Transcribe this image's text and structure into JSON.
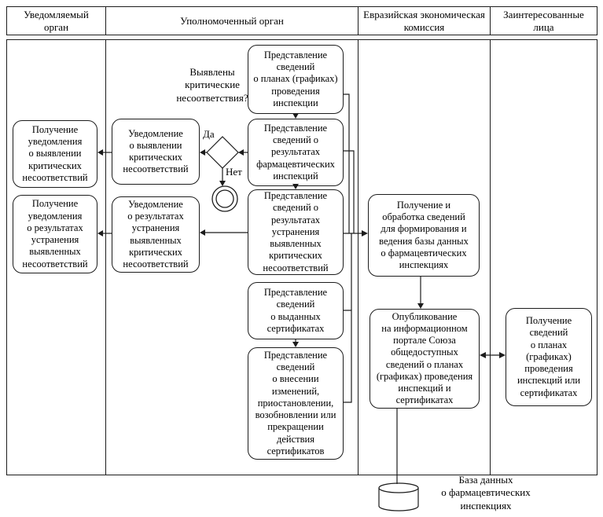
{
  "header": {
    "lanes": [
      {
        "label": "Уведомляемый\nорган"
      },
      {
        "label": "Уполномоченный орган"
      },
      {
        "label": "Евразийская экономическая\nкомиссия"
      },
      {
        "label": "Заинтересованные\nлица"
      }
    ]
  },
  "decision": {
    "question": "Выявлены\nкритические\nнесоответствия?",
    "yes": "Да",
    "no": "Нет"
  },
  "boxes": {
    "notified_critical": "Получение\nуведомления\nо выявлении\nкритических\nнесоответствий",
    "notified_resolved": "Получение\nуведомления\nо результатах\nустранения\nвыявленных\nнесоответствий",
    "notice_critical": "Уведомление\nо выявлении\nкритических\nнесоответствий",
    "notice_resolved": "Уведомление\nо результатах\nустранения\nвыявленных\nкритических\nнесоответствий",
    "submit_plans": "Представление\nсведений\nо планах (графиках)\nпроведения\nинспекции",
    "submit_results": "Представление\nсведений о\nрезультатах\nфармацевтических\nинспекций",
    "submit_resolution": "Представление\nсведений о\nрезультатах\nустранения\nвыявленных\nкритических\nнесоответствий",
    "submit_certificates": "Представление\nсведений\nо выданных\nсертификатах",
    "submit_changes": "Представление\nсведений\nо внесении\nизменений,\nприостановлении,\nвозобновлении или\nпрекращении\nдействия\nсертификатов",
    "eec_processing": "Получение и\nобработка сведений\nдля формирования и\nведения базы данных\nо фармацевтических\nинспекциях",
    "eec_publication": "Опубликование\nна информационном\nпортале Союза\nобщедоступных\nсведений о планах\n(графиках) проведения\nинспекций и\nсертификатах",
    "stakeholders_receive": "Получение\nсведений\nо планах\n(графиках)\nпроведения\nинспекций или\nсертификатах"
  },
  "database": {
    "label": "База данных\nо фармацевтических\nинспекциях"
  },
  "colors": {
    "line": "#1c1c1c",
    "background": "#ffffff"
  }
}
